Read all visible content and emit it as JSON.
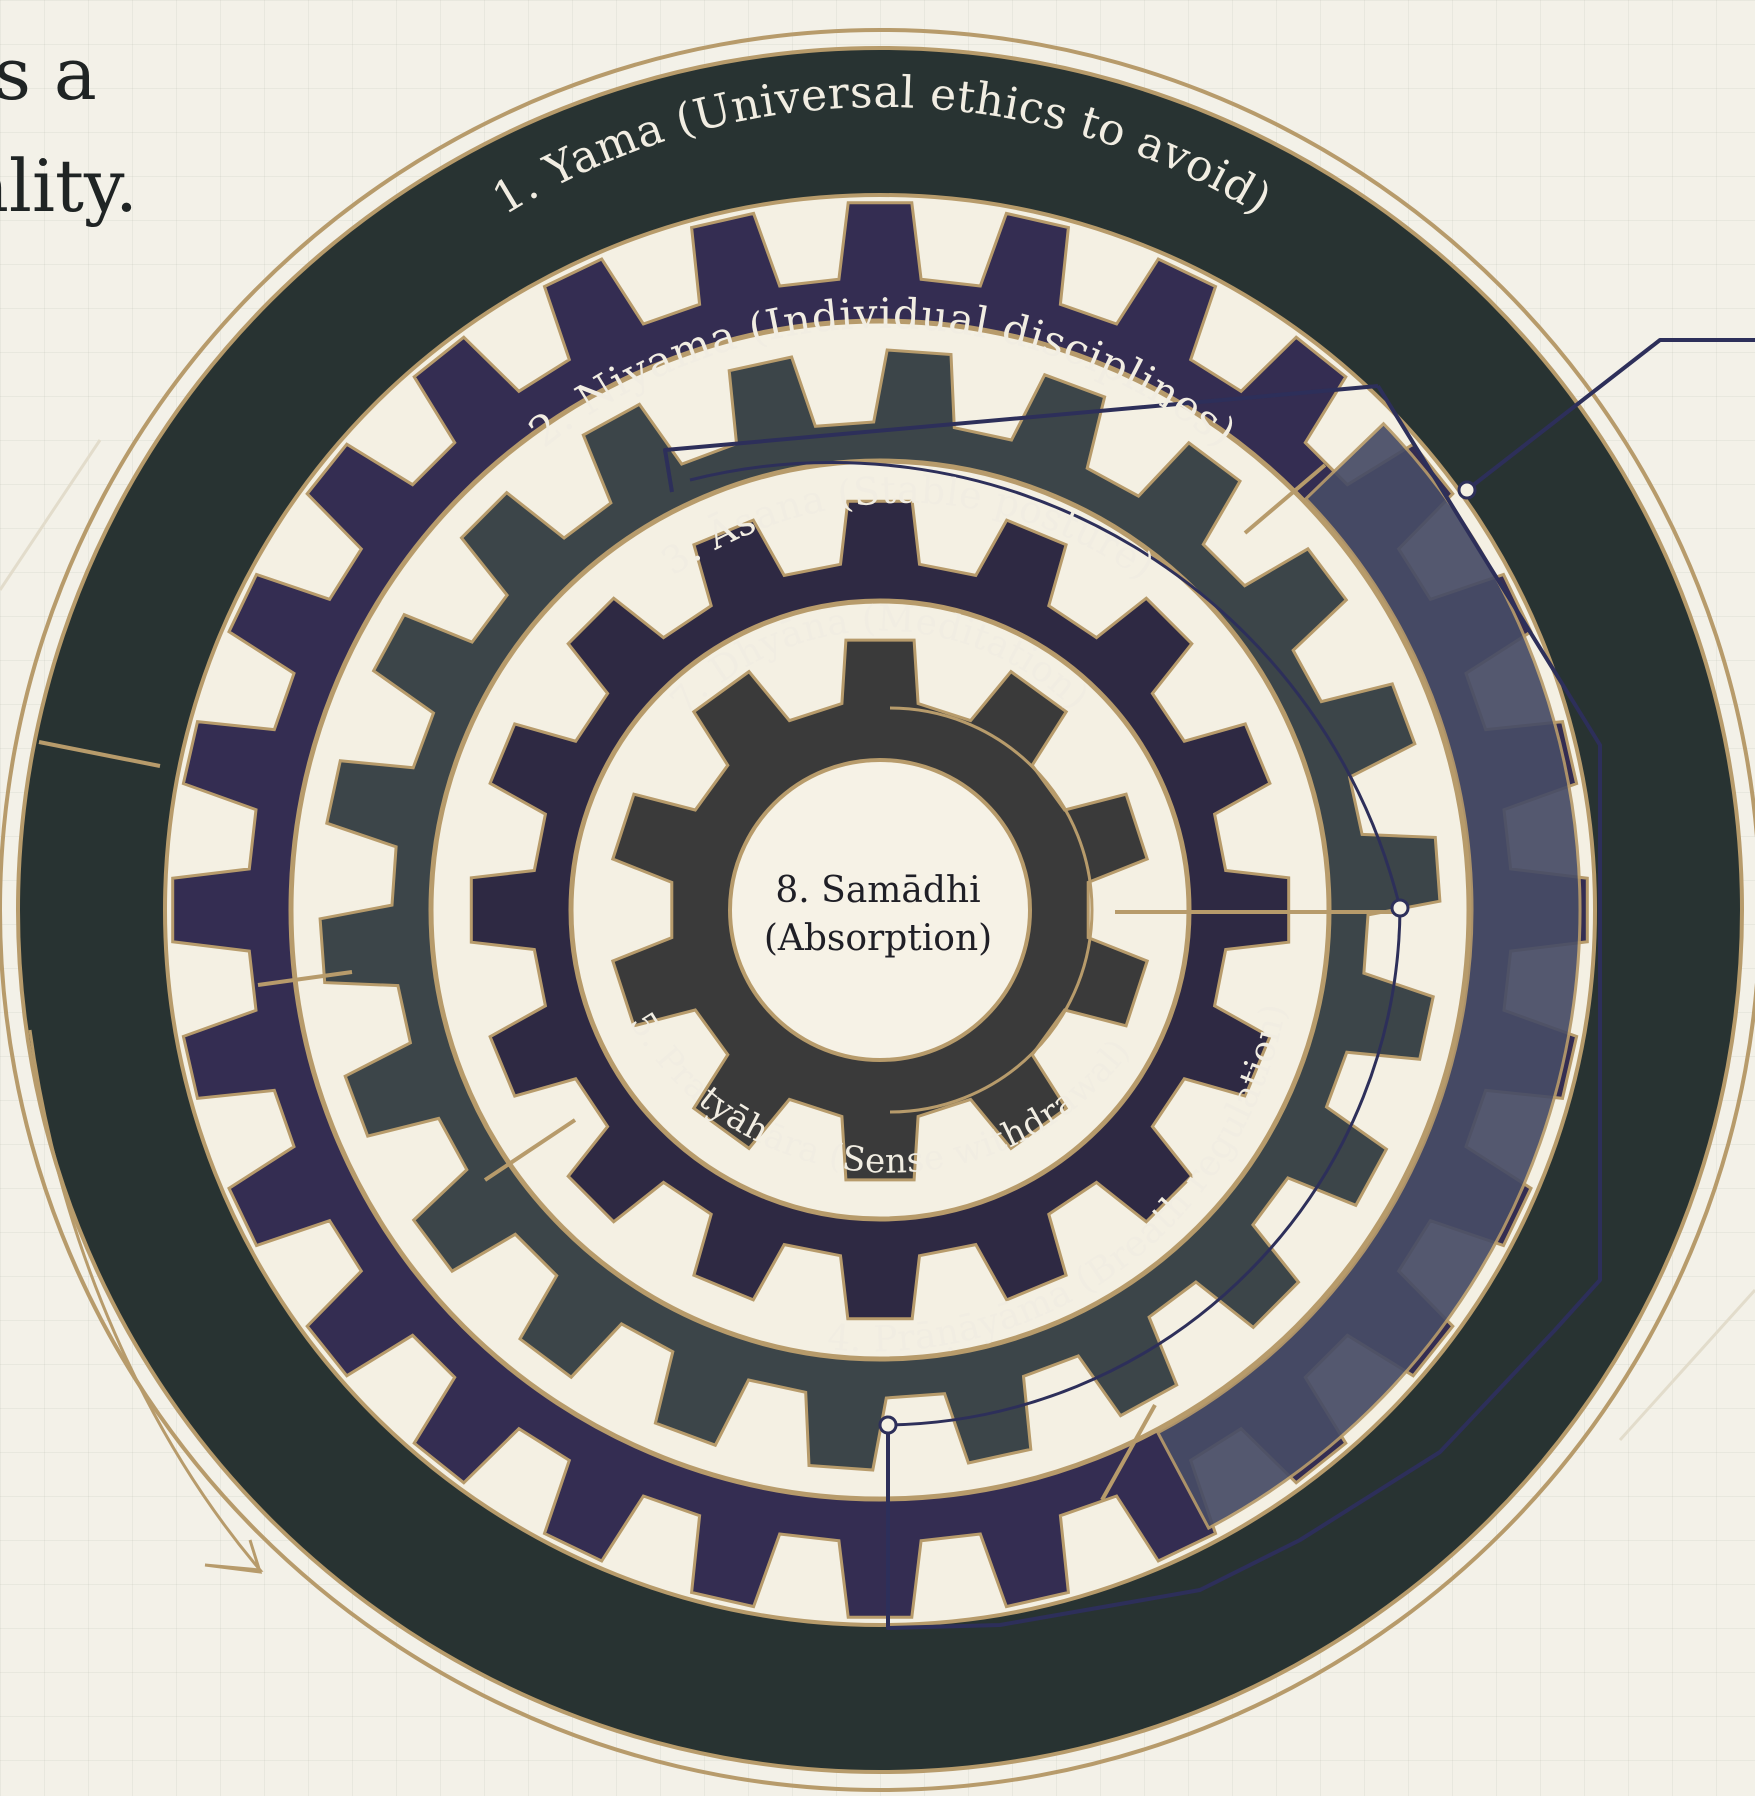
{
  "caption": {
    "line1": "s a",
    "line2": "ality."
  },
  "rings": [
    {
      "id": "yama",
      "label": "1. Yama (Universal ethics to avoid)",
      "color": "#283332"
    },
    {
      "id": "niyama",
      "label": "2. Niyama (Individual disciplines)",
      "color": "#342d52"
    },
    {
      "id": "asana",
      "label": "3. Āsana (Stable posture)",
      "color": "#3c4549"
    },
    {
      "id": "pranayama",
      "label": "4. Prāṇāyāma (Breath regulation)",
      "color": "#3a4545"
    },
    {
      "id": "pratyahara",
      "label": "5. Pratyāhāra (Sense withdrawal)",
      "color": "#2f2a47"
    },
    {
      "id": "dhyana",
      "label": "7. Dhyāna (Meditation)",
      "color": "#2e2943"
    },
    {
      "id": "samadhi",
      "label_line1": "8. Samādhi",
      "label_line2": "(Absorption)",
      "color": "#3a3a3a"
    }
  ],
  "palette": {
    "background": "#f3f1e8",
    "gold": "#b79b6b",
    "cream": "#f4f0e3",
    "highlight": "#474c66",
    "connector": "#2d2f5a"
  }
}
